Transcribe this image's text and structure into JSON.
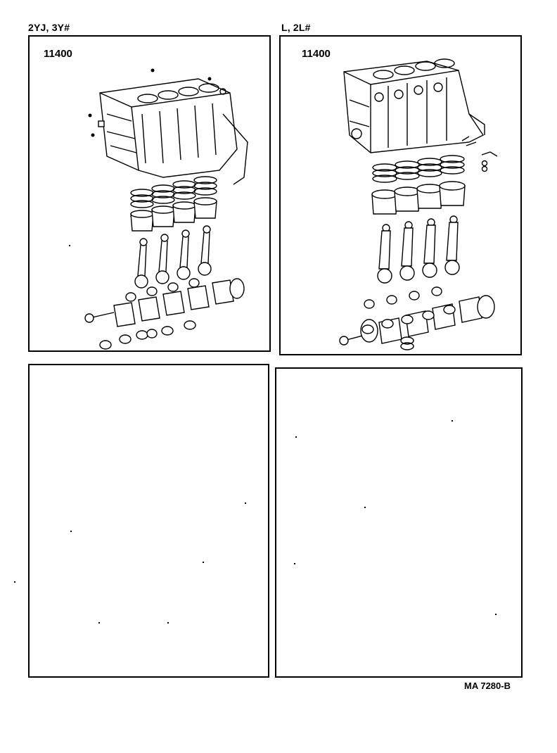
{
  "headers": {
    "left": "2YJ, 3Y#",
    "right": "L, 2L#"
  },
  "panels": [
    {
      "part_number": "11400"
    },
    {
      "part_number": "11400"
    },
    {
      "part_number": ""
    },
    {
      "part_number": ""
    }
  ],
  "footer": {
    "code": "MA 7280-B"
  }
}
